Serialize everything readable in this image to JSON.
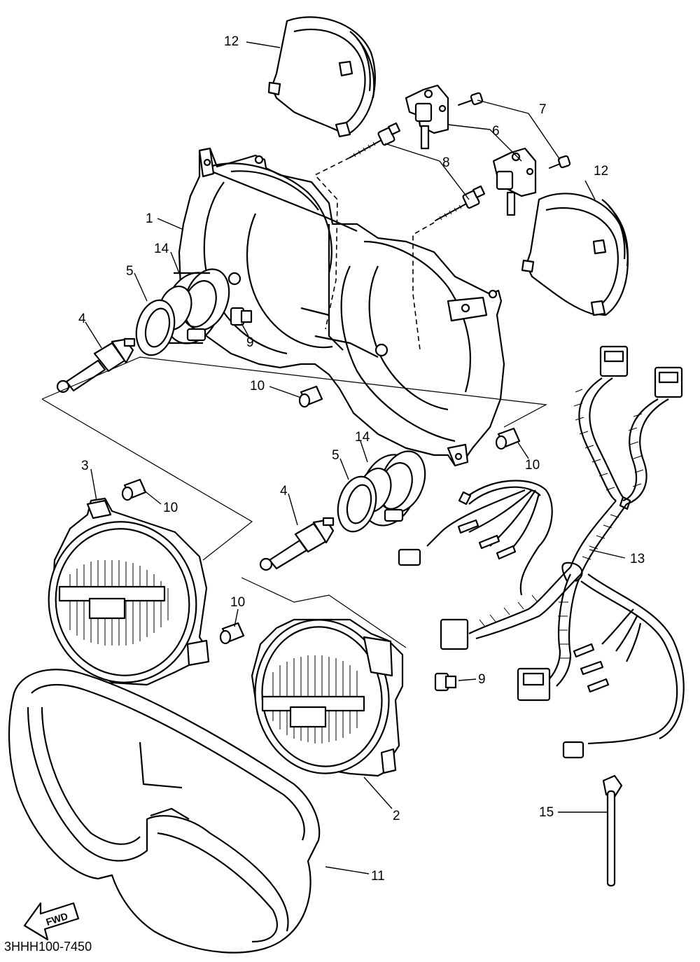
{
  "diagram_code": "3HHH100-7450",
  "fwd_label": "FWD",
  "callouts": {
    "c1": "1",
    "c2": "2",
    "c3": "3",
    "c4a": "4",
    "c4b": "4",
    "c5a": "5",
    "c5b": "5",
    "c6": "6",
    "c7": "7",
    "c8": "8",
    "c9a": "9",
    "c9b": "9",
    "c10a": "10",
    "c10b": "10",
    "c10c": "10",
    "c10d": "10",
    "c11": "11",
    "c12a": "12",
    "c12b": "12",
    "c13": "13",
    "c14a": "14",
    "c14b": "14",
    "c15": "15"
  }
}
